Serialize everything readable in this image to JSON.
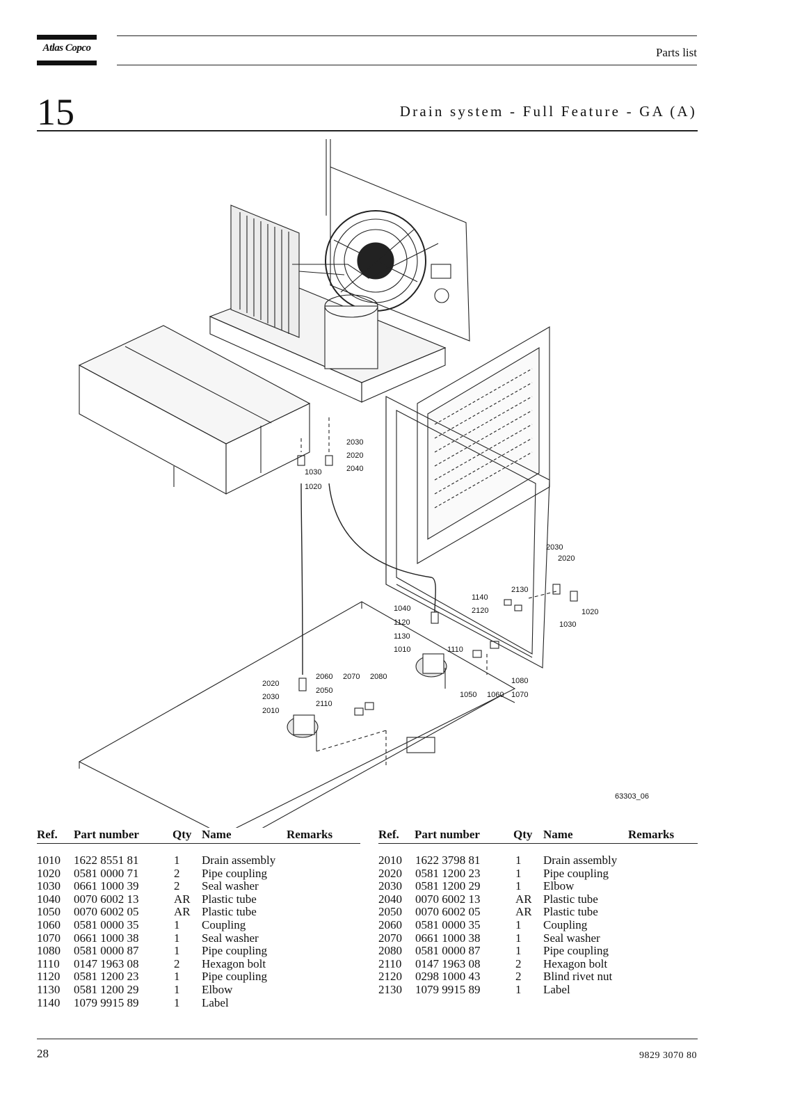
{
  "header": {
    "logo_text": "Atlas Copco",
    "section_label": "Parts list",
    "section_number": "15",
    "section_title": "Drain system - Full Feature - GA (A)"
  },
  "diagram": {
    "figure_id": "63303_06",
    "callouts": [
      "2030",
      "2020",
      "2040",
      "1030",
      "1020",
      "2030",
      "2020",
      "2130",
      "1140",
      "2120",
      "1020",
      "1030",
      "1040",
      "1120",
      "1130",
      "1010",
      "1110",
      "2060",
      "2070",
      "2080",
      "2020",
      "2050",
      "2030",
      "2110",
      "2010",
      "1080",
      "1050",
      "1060",
      "1070"
    ]
  },
  "table_headers": {
    "ref": "Ref.",
    "part_number": "Part number",
    "qty": "Qty",
    "name": "Name",
    "remarks": "Remarks"
  },
  "parts_left": [
    {
      "ref": "1010",
      "part": "1622 8551 81",
      "qty": "1",
      "name": "Drain assembly"
    },
    {
      "ref": "1020",
      "part": "0581 0000 71",
      "qty": "2",
      "name": "Pipe coupling"
    },
    {
      "ref": "1030",
      "part": "0661 1000 39",
      "qty": "2",
      "name": "Seal washer"
    },
    {
      "ref": "1040",
      "part": "0070 6002 13",
      "qty": "AR",
      "name": "Plastic tube"
    },
    {
      "ref": "1050",
      "part": "0070 6002 05",
      "qty": "AR",
      "name": "Plastic tube"
    },
    {
      "ref": "1060",
      "part": "0581 0000 35",
      "qty": "1",
      "name": "Coupling"
    },
    {
      "ref": "1070",
      "part": "0661 1000 38",
      "qty": "1",
      "name": "Seal washer"
    },
    {
      "ref": "1080",
      "part": "0581 0000 87",
      "qty": "1",
      "name": "Pipe coupling"
    },
    {
      "ref": "1110",
      "part": "0147 1963 08",
      "qty": "2",
      "name": "Hexagon bolt"
    },
    {
      "ref": "1120",
      "part": "0581 1200 23",
      "qty": "1",
      "name": "Pipe coupling"
    },
    {
      "ref": "1130",
      "part": "0581 1200 29",
      "qty": "1",
      "name": "Elbow"
    },
    {
      "ref": "1140",
      "part": "1079 9915 89",
      "qty": "1",
      "name": "Label"
    }
  ],
  "parts_right": [
    {
      "ref": "2010",
      "part": "1622 3798 81",
      "qty": "1",
      "name": "Drain assembly"
    },
    {
      "ref": "2020",
      "part": "0581 1200 23",
      "qty": "1",
      "name": "Pipe coupling"
    },
    {
      "ref": "2030",
      "part": "0581 1200 29",
      "qty": "1",
      "name": "Elbow"
    },
    {
      "ref": "2040",
      "part": "0070 6002 13",
      "qty": "AR",
      "name": "Plastic tube"
    },
    {
      "ref": "2050",
      "part": "0070 6002 05",
      "qty": "AR",
      "name": "Plastic tube"
    },
    {
      "ref": "2060",
      "part": "0581 0000 35",
      "qty": "1",
      "name": "Coupling"
    },
    {
      "ref": "2070",
      "part": "0661 1000 38",
      "qty": "1",
      "name": "Seal washer"
    },
    {
      "ref": "2080",
      "part": "0581 0000 87",
      "qty": "1",
      "name": "Pipe coupling"
    },
    {
      "ref": "2110",
      "part": "0147 1963 08",
      "qty": "2",
      "name": "Hexagon bolt"
    },
    {
      "ref": "2120",
      "part": "0298 1000 43",
      "qty": "2",
      "name": "Blind rivet nut"
    },
    {
      "ref": "2130",
      "part": "1079 9915 89",
      "qty": "1",
      "name": "Label"
    }
  ],
  "footer": {
    "page_number": "28",
    "document_number": "9829 3070 80"
  }
}
